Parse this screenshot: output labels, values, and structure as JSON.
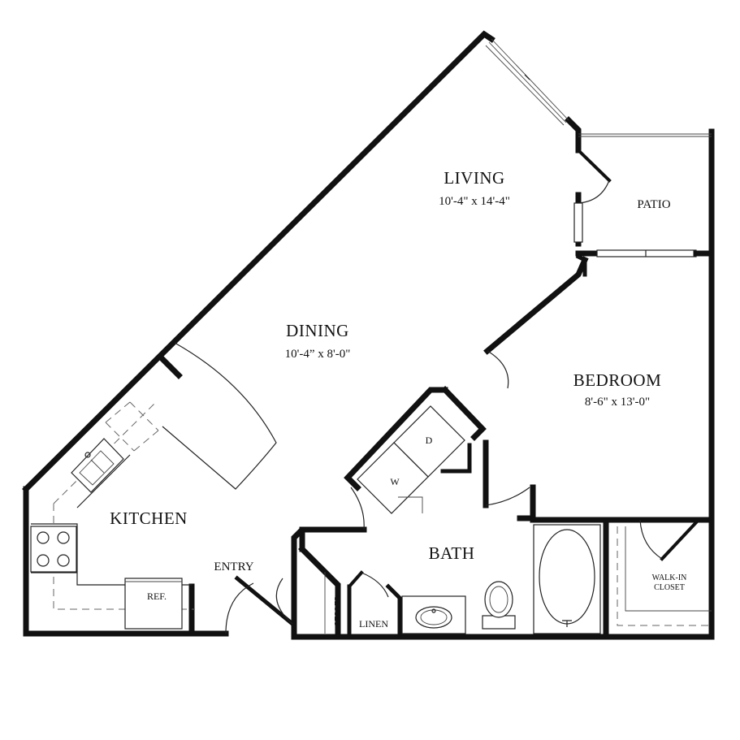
{
  "rooms": {
    "living": {
      "name": "LIVING",
      "dims": "10'-4\" x 14'-4\""
    },
    "dining": {
      "name": "DINING",
      "dims": "10'-4” x 8'-0\""
    },
    "bedroom": {
      "name": "BEDROOM",
      "dims": "8'-6\" x 13'-0\""
    },
    "kitchen": {
      "name": "KITCHEN"
    },
    "bath": {
      "name": "BATH"
    },
    "patio": {
      "name": "PATIO"
    },
    "entry": {
      "name": "ENTRY"
    },
    "walkin_closet": {
      "line1": "WALK-IN",
      "line2": "CLOSET"
    },
    "closet": {
      "name": "CLOSET"
    },
    "linen": {
      "name": "LINEN"
    }
  },
  "fixtures": {
    "refrigerator": "REF.",
    "dryer": "D",
    "washer": "W"
  },
  "colors": {
    "wall": "#111111",
    "background": "#ffffff"
  }
}
